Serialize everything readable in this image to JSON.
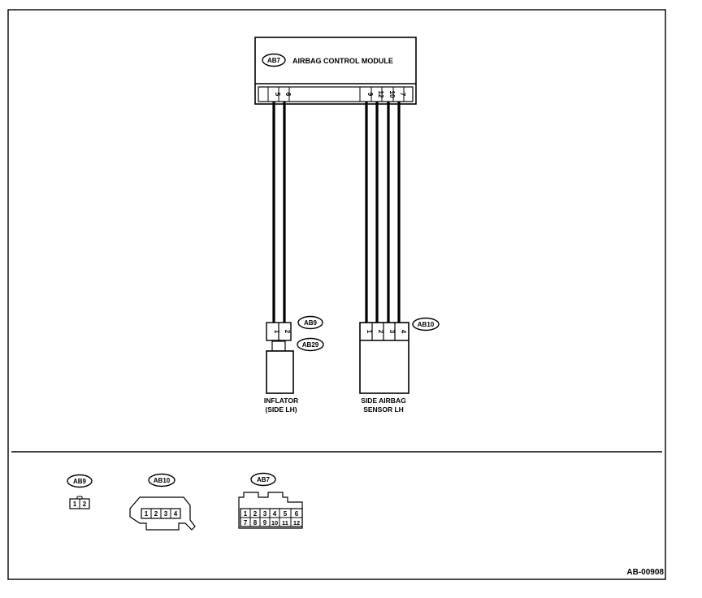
{
  "module": {
    "badge": "AB7",
    "title": "AIRBAG CONTROL MODULE",
    "pins": [
      "5",
      "6",
      "9",
      "12",
      "10",
      "7"
    ]
  },
  "inflator": {
    "connector_badge": "AB9",
    "inflator_badge": "AB29",
    "pins": [
      "1",
      "2"
    ],
    "label_line1": "INFLATOR",
    "label_line2": "(SIDE LH)"
  },
  "sensor": {
    "connector_badge": "AB10",
    "pins": [
      "1",
      "2",
      "3",
      "4"
    ],
    "label_line1": "SIDE AIRBAG",
    "label_line2": "SENSOR LH"
  },
  "connector_views": {
    "ab9": {
      "badge": "AB9",
      "pins": [
        "1",
        "2"
      ]
    },
    "ab10": {
      "badge": "AB10",
      "pins": [
        "1",
        "2",
        "3",
        "4"
      ]
    },
    "ab7": {
      "badge": "AB7",
      "pins_top": [
        "1",
        "2",
        "3",
        "4",
        "5",
        "6"
      ],
      "pins_bottom": [
        "7",
        "8",
        "9",
        "10",
        "11",
        "12"
      ]
    }
  },
  "figure_code": "AB-00908"
}
